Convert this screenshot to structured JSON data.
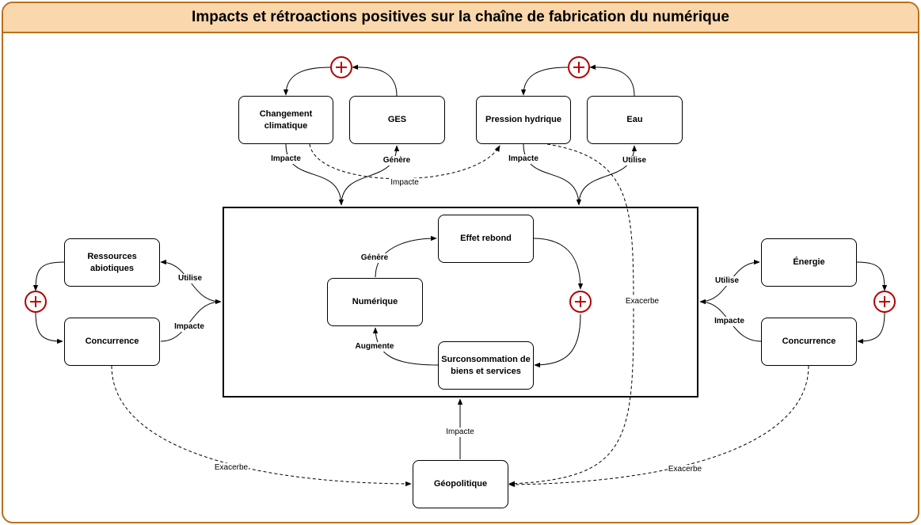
{
  "title": "Impacts et rétroactions positives sur la chaîne de fabrication du numérique",
  "colors": {
    "frame_border": "#b8701a",
    "title_fill": "#fad7ac",
    "plus_red": "#c00000"
  },
  "icons": {
    "plus": "plus-circle-icon"
  },
  "nodes": {
    "changement": "Changement climatique",
    "ges": "GES",
    "pression": "Pression hydrique",
    "eau": "Eau",
    "ressources": "Ressources abiotiques",
    "concurrence_left": "Concurrence",
    "energie": "Énergie",
    "concurrence_right": "Concurrence",
    "effet_rebond": "Effet rebond",
    "numerique": "Numérique",
    "surconsommation": "Surconsommation de biens et services",
    "geopolitique": "Géopolitique"
  },
  "edge_labels": {
    "impacte_changement": "Impacte",
    "genere_ges": "Génère",
    "impacte_dashed_top": "Impacte",
    "impacte_pression": "Impacte",
    "utilise_eau": "Utilise",
    "utilise_left": "Utilise",
    "impacte_left": "Impacte",
    "utilise_right": "Utilise",
    "impacte_right": "Impacte",
    "genere_inner": "Génère",
    "augmente_inner": "Augmente",
    "exacerbe_middle": "Exacerbe",
    "impacte_geo": "Impacte",
    "exacerbe_left": "Exacerbe",
    "exacerbe_right": "Exacerbe"
  }
}
